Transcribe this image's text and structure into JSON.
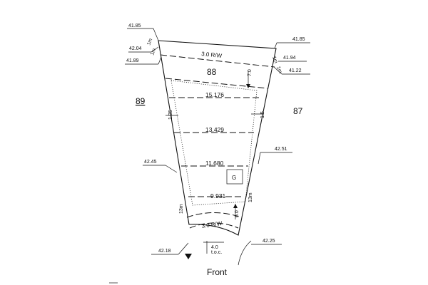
{
  "lots": {
    "main": "88",
    "left": "89",
    "right": "87"
  },
  "levels": {
    "top_left_outer": "41.85",
    "top_left_inner": "42.04",
    "left_mid": "41.89",
    "top_right_outer": "41.85",
    "top_right_inner": "41.94",
    "right_mid": "41.22",
    "left_side": "42.45",
    "right_side": "42.51",
    "bottom_right": "42.25",
    "bottom_left": "42.18"
  },
  "rw_top": "3.0 R/W",
  "rw_bottom": "3.0 R/W",
  "setback_top": "7.0",
  "setback_bottom": "6.0",
  "side_setback_left": "1.25",
  "side_setback_right": "1.5",
  "corner_marks": [
    "1m",
    "1m",
    "1m",
    "1m"
  ],
  "side_lengths": {
    "left": "13m",
    "right": "13m"
  },
  "widths": [
    "15.176",
    "13.429",
    "11.680",
    "9.931"
  ],
  "garage": "G",
  "driveway": "4.0",
  "driveway_note": "t.o.c.",
  "front": "Front"
}
